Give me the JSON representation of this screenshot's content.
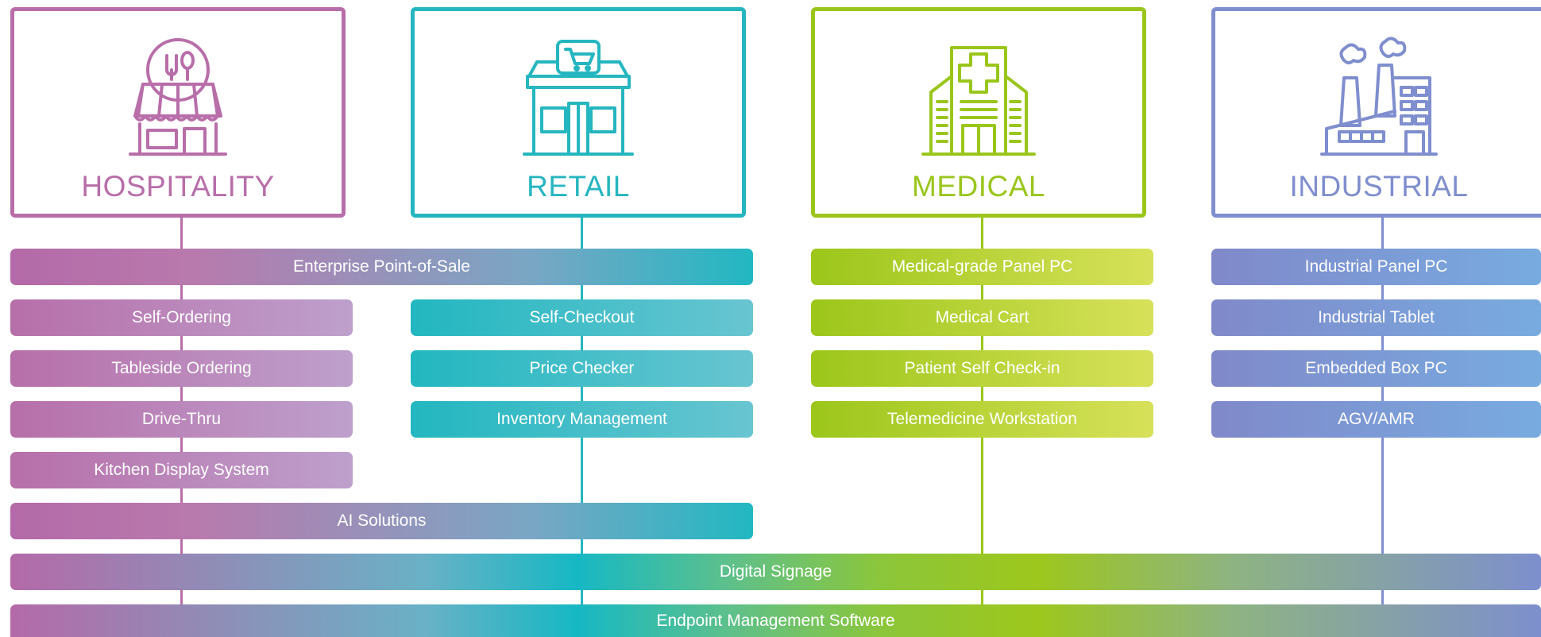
{
  "categories": {
    "hospitality": {
      "title": "HOSPITALITY",
      "icon": "restaurant-storefront-icon",
      "color": "#b86ea9",
      "items": [
        "Self-Ordering",
        "Tableside Ordering",
        "Drive-Thru",
        "Kitchen Display System"
      ]
    },
    "retail": {
      "title": "RETAIL",
      "icon": "retail-store-cart-icon",
      "color": "#25b6c0",
      "items": [
        "Self-Checkout",
        "Price Checker",
        "Inventory Management"
      ]
    },
    "medical": {
      "title": "MEDICAL",
      "icon": "hospital-building-icon",
      "color": "#9ac61c",
      "items": [
        "Medical-grade Panel PC",
        "Medical Cart",
        "Patient Self Check-in",
        "Telemedicine Workstation"
      ]
    },
    "industrial": {
      "title": "INDUSTRIAL",
      "icon": "factory-icon",
      "color": "#7f8ece",
      "items": [
        "Industrial Panel PC",
        "Industrial Tablet",
        "Embedded Box PC",
        "AGV/AMR"
      ]
    }
  },
  "shared": {
    "enterprise_pos": "Enterprise Point-of-Sale",
    "ai_solutions": "AI Solutions",
    "digital_signage": "Digital Signage",
    "endpoint_management": "Endpoint Management Software"
  }
}
